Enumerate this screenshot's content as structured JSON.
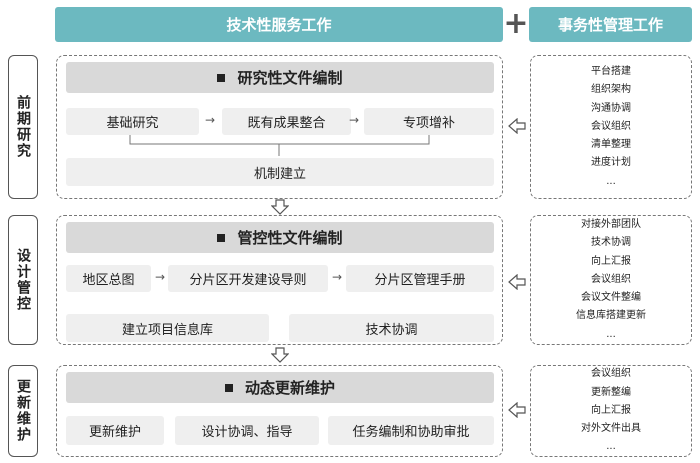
{
  "header": {
    "technical_title": "技术性服务工作",
    "plus_symbol": "+",
    "management_title": "事务性管理工作"
  },
  "phases": [
    {
      "label": "前期研究",
      "section_title": "研究性文件编制",
      "row1": [
        "基础研究",
        "既有成果整合",
        "专项增补"
      ],
      "row2": [
        "机制建立"
      ],
      "side_items": [
        "平台搭建",
        "组织架构",
        "沟通协调",
        "会议组织",
        "清单整理",
        "进度计划",
        "..."
      ]
    },
    {
      "label": "设计管控",
      "section_title": "管控性文件编制",
      "row1": [
        "地区总图",
        "分片区开发建设导则",
        "分片区管理手册"
      ],
      "row2": [
        "建立项目信息库",
        "技术协调"
      ],
      "side_items": [
        "对接外部团队",
        "技术协调",
        "向上汇报",
        "会议组织",
        "会议文件整编",
        "信息库搭建更新",
        "..."
      ]
    },
    {
      "label": "更新维护",
      "section_title": "动态更新维护",
      "row1": [
        "更新维护",
        "设计协调、指导",
        "任务编制和协助审批"
      ],
      "row2": [],
      "side_items": [
        "会议组织",
        "更新整编",
        "向上汇报",
        "对外文件出具",
        "..."
      ]
    }
  ],
  "colors": {
    "header_bg": "#6cb9c0",
    "title_bg": "#d9d9d9",
    "box_bg": "#efefef"
  }
}
